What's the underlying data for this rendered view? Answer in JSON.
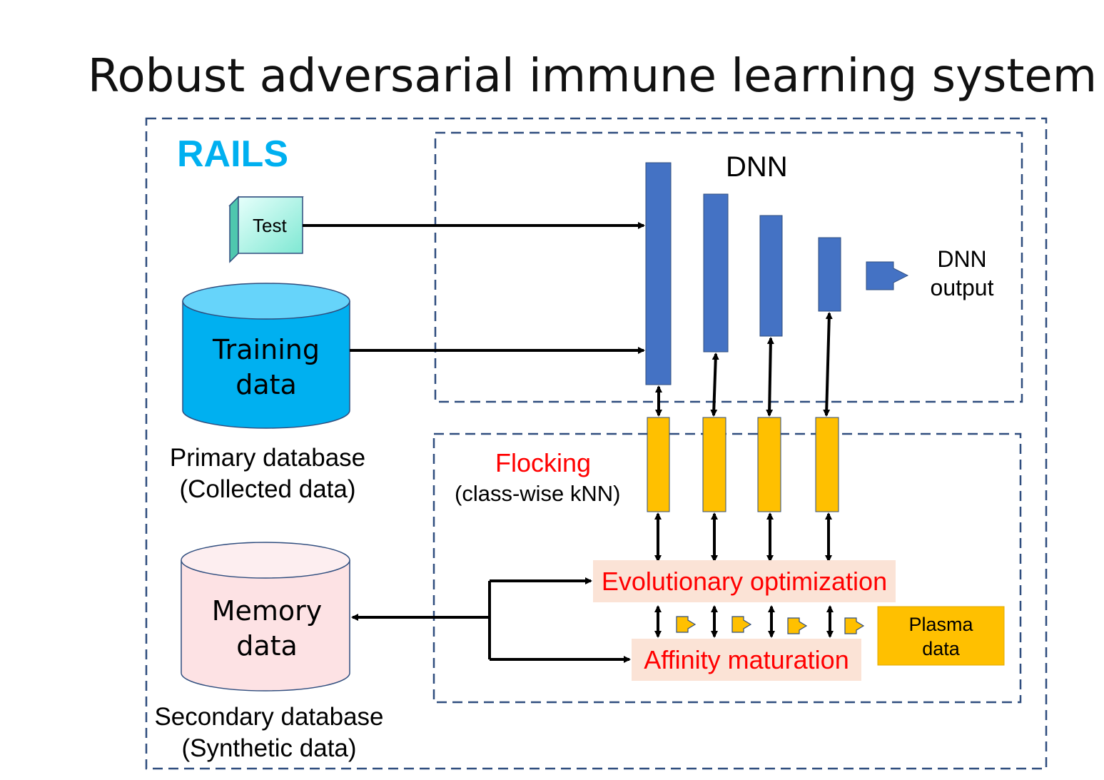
{
  "title": "Robust adversarial immune learning system",
  "brand": "RAILS",
  "colors": {
    "rails_text": "#00b0f0",
    "dnn_layer": "#4472c4",
    "flocking_layer": "#ffc000",
    "training_db": "#00b0f0",
    "memory_db": "#fde2e4",
    "highlight_text": "#ff0000",
    "highlight_bg": "#fbe3d6",
    "dashed_border": "#2f4d7e"
  },
  "test_box": {
    "label": "Test"
  },
  "training_db": {
    "line1": "Training",
    "line2": "data"
  },
  "primary_db": {
    "line1": "Primary database",
    "line2": "(Collected data)"
  },
  "memory_db": {
    "line1": "Memory",
    "line2": "data"
  },
  "secondary_db": {
    "line1": "Secondary database",
    "line2": "(Synthetic data)"
  },
  "dnn": {
    "label": "DNN",
    "output_line1": "DNN",
    "output_line2": "output"
  },
  "flocking": {
    "label": "Flocking",
    "sublabel": "(class-wise kNN)"
  },
  "evolutionary": {
    "label": "Evolutionary optimization"
  },
  "affinity": {
    "label": "Affinity maturation"
  },
  "plasma": {
    "line1": "Plasma",
    "line2": "data"
  }
}
